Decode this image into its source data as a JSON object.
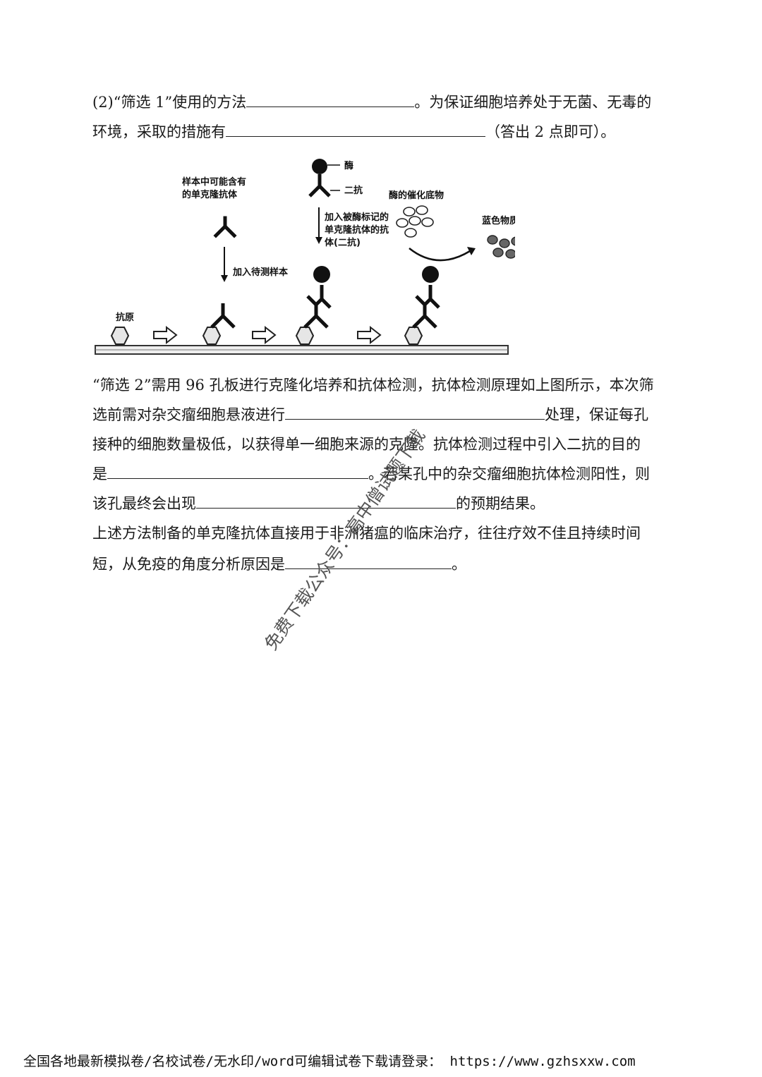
{
  "q2": {
    "l1a": "(2)“筛选 1”使用的方法",
    "l1b": "。为保证细胞培养处于无菌、无毒的",
    "l2a": "环境，采取的措施有",
    "l2b": "（答出 2 点即可）。"
  },
  "figure": {
    "antigen": "抗原",
    "sample_l1": "样本中可能含有",
    "sample_l2": "的单克隆抗体",
    "add_sample": "加入待测样本",
    "enzyme": "酶",
    "secondary": "二抗",
    "add_l1": "加入被酶标记的",
    "add_l2": "单克隆抗体的抗",
    "add_l3": "体(二抗)",
    "substrate": "酶的催化底物",
    "blue": "蓝色物质生成"
  },
  "p2": {
    "l1": "“筛选 2”需用 96 孔板进行克隆化培养和抗体检测，抗体检测原理如上图所示，本次筛",
    "l2a": "选前需对杂交瘤细胞悬液进行",
    "l2b": "处理，保证每孔",
    "l3": "接种的细胞数量极低，以获得单一细胞来源的克隆。抗体检测过程中引入二抗的目的",
    "l4a": "是",
    "l4b": "。若某孔中的杂交瘤细胞抗体检测阳性，则",
    "l5a": "该孔最终会出现",
    "l5b": "的预期结果。"
  },
  "p3": {
    "l1": "上述方法制备的单克隆抗体直接用于非洲猪瘟的临床治疗，往往疗效不佳且持续时间",
    "l2a": "短，从免疫的角度分析原因是",
    "l2b": "。"
  },
  "watermark": "免费下载公众号：高中僧试题下载",
  "footer": "全国各地最新模拟卷/名校试卷/无水印/word可编辑试卷下载请登录： https://www.gzhsxxw.com"
}
